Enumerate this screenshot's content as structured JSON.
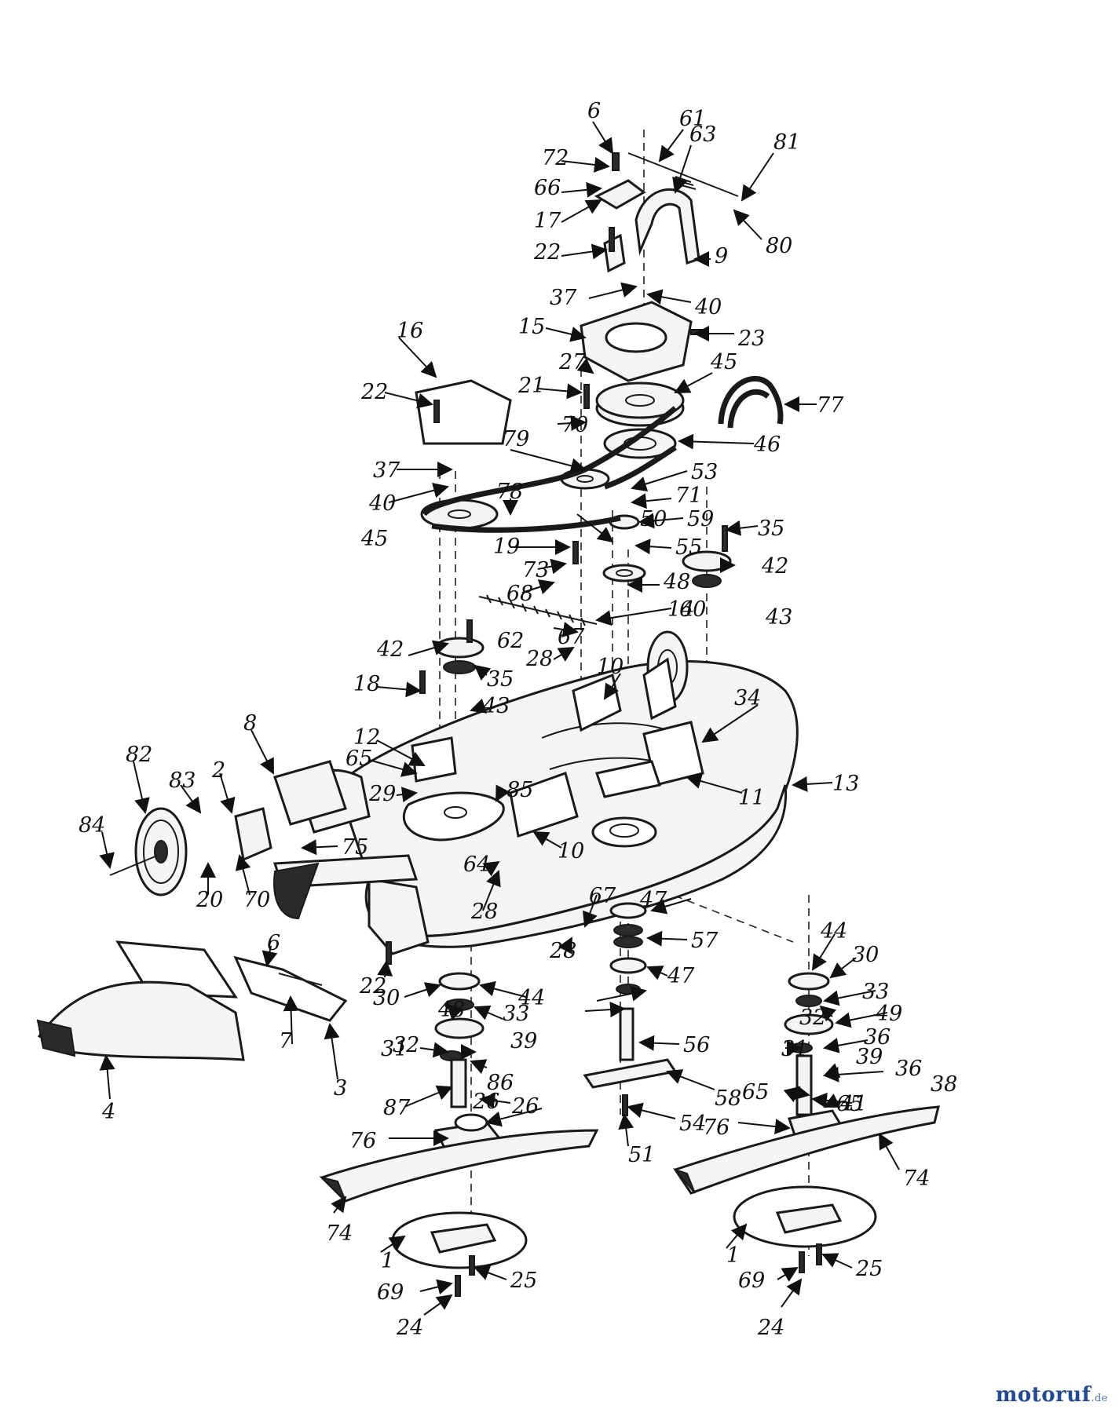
{
  "brand": {
    "name": "motoruf",
    "tld": ".de"
  },
  "callouts": [
    "6",
    "61",
    "63",
    "81",
    "72",
    "66",
    "17",
    "80",
    "22",
    "9",
    "37",
    "40",
    "15",
    "23",
    "16",
    "27",
    "45",
    "21",
    "77",
    "22",
    "70",
    "46",
    "37",
    "79",
    "53",
    "40",
    "71",
    "78",
    "50",
    "59",
    "45",
    "35",
    "19",
    "55",
    "42",
    "73",
    "48",
    "68",
    "60",
    "43",
    "14",
    "62",
    "67",
    "28",
    "10",
    "42",
    "35",
    "34",
    "18",
    "43",
    "12",
    "8",
    "82",
    "83",
    "2",
    "65",
    "85",
    "29",
    "11",
    "13",
    "84",
    "75",
    "10",
    "64",
    "20",
    "70",
    "28",
    "67",
    "47",
    "6",
    "22",
    "57",
    "44",
    "30",
    "28",
    "47",
    "44",
    "33",
    "30",
    "33",
    "48",
    "49",
    "32",
    "32",
    "39",
    "36",
    "56",
    "39",
    "31",
    "31",
    "36",
    "86",
    "58",
    "38",
    "87",
    "26",
    "65",
    "41",
    "26",
    "65",
    "54",
    "76",
    "76",
    "74",
    "51",
    "4",
    "7",
    "3",
    "74",
    "1",
    "1",
    "25",
    "25",
    "69",
    "69",
    "24",
    "24"
  ]
}
